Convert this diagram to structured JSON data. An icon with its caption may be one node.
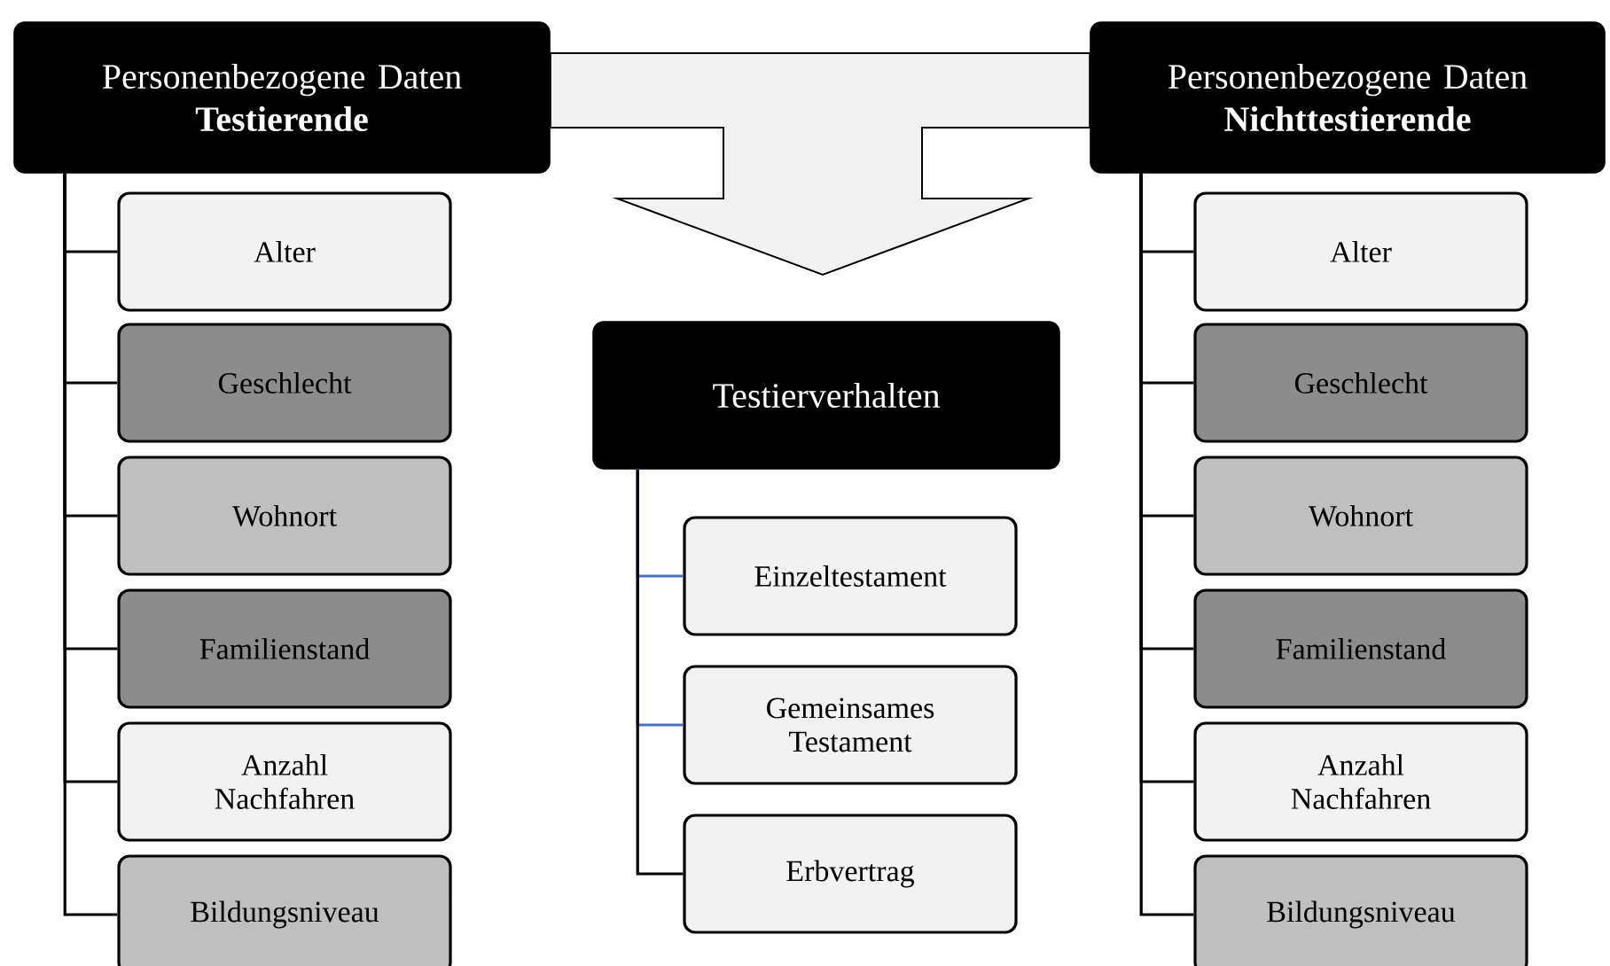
{
  "diagram": {
    "nodes": [
      {
        "text": [
          "Personenbezogene Daten",
          "Testierende"
        ]
      },
      {
        "text": [
          "Alter"
        ]
      },
      {
        "text": [
          "Geschlecht"
        ]
      },
      {
        "text": [
          "Wohnort"
        ]
      },
      {
        "text": [
          "Familienstand"
        ]
      },
      {
        "text": [
          "Anzahl Nachfahren"
        ]
      },
      {
        "text": [
          "Bildungsniveau"
        ]
      },
      {
        "text": [
          "Testierverhalten"
        ]
      },
      {
        "text": [
          "Einzeltestament"
        ]
      },
      {
        "text": [
          "Gemeinsames Testament"
        ]
      },
      {
        "text": [
          "Erbvertrag"
        ]
      },
      {
        "text": [
          "Personenbezogene Daten",
          "Nichttestierende"
        ]
      },
      {
        "text": [
          "Alter"
        ]
      },
      {
        "text": [
          "Geschlecht"
        ]
      },
      {
        "text": [
          "Wohnort"
        ]
      },
      {
        "text": [
          "Familienstand"
        ]
      },
      {
        "text": [
          "Anzahl Nachfahren"
        ]
      },
      {
        "text": [
          "Bildungsniveau"
        ]
      }
    ],
    "edges": [
      {
        "from": 0,
        "to": 1,
        "arrow": "none"
      },
      {
        "from": 0,
        "to": 2,
        "arrow": "none"
      },
      {
        "from": 0,
        "to": 3,
        "arrow": "none"
      },
      {
        "from": 0,
        "to": 4,
        "arrow": "none"
      },
      {
        "from": 0,
        "to": 5,
        "arrow": "none"
      },
      {
        "from": 0,
        "to": 6,
        "arrow": "none"
      },
      {
        "from": 7,
        "to": 8,
        "arrow": "none",
        "color": "#4472c4"
      },
      {
        "from": 7,
        "to": 9,
        "arrow": "none",
        "color": "#4472c4"
      },
      {
        "from": 7,
        "to": 10,
        "arrow": "none"
      },
      {
        "from": 11,
        "to": 12,
        "arrow": "none"
      },
      {
        "from": 11,
        "to": 13,
        "arrow": "none"
      },
      {
        "from": 11,
        "to": 14,
        "arrow": "none"
      },
      {
        "from": 11,
        "to": 15,
        "arrow": "none"
      },
      {
        "from": 11,
        "to": 16,
        "arrow": "none"
      },
      {
        "from": 11,
        "to": 17,
        "arrow": "none"
      },
      {
        "from": 0,
        "to": 7,
        "arrow": "to"
      },
      {
        "from": 11,
        "to": 7,
        "arrow": "to"
      }
    ]
  }
}
